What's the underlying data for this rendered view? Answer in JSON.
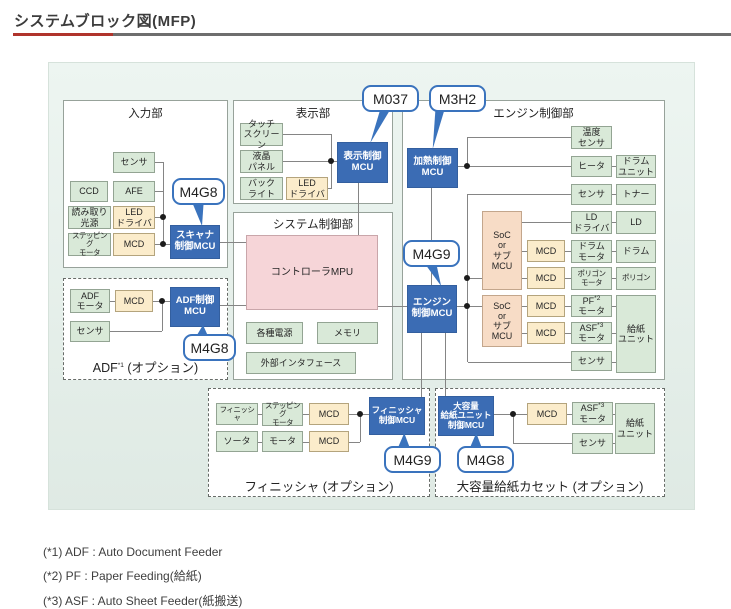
{
  "title": {
    "text": "システムブロック図(MFP)"
  },
  "sections": {
    "input": {
      "label": "入力部"
    },
    "display": {
      "label": "表示部"
    },
    "system": {
      "label": "システム制御部"
    },
    "engine": {
      "label": "エンジン制御部"
    },
    "adf": {
      "prefix": "ADF",
      "sup": "*1",
      "suffix": " (オプション)"
    },
    "finisher": {
      "label": "フィニッシャ (オプション)"
    },
    "cassette": {
      "label": "大容量給紙カセット (オプション)"
    }
  },
  "callouts": {
    "m037": "M037",
    "m3h2": "M3H2",
    "m4g8": "M4G8",
    "m4g9": "M4G9"
  },
  "mcu": {
    "scanner": [
      "スキャナ",
      "制御MCU"
    ],
    "display": [
      "表示制御",
      "MCU"
    ],
    "heat": [
      "加熱制御",
      "MCU"
    ],
    "engine": [
      "エンジン",
      "制御MCU"
    ],
    "adf": [
      "ADF制御",
      "MCU"
    ],
    "finisher": [
      "フィニッシャ",
      "制御MCU"
    ],
    "cassette": [
      "大容量",
      "給紙ユニット",
      "制御MCU"
    ]
  },
  "boxes": {
    "sensor": "センサ",
    "ccd": "CCD",
    "afe": "AFE",
    "mcd": "MCD",
    "reading_light": [
      "読み取り",
      "光源"
    ],
    "led_driver": [
      "LED",
      "ドライバ"
    ],
    "stepping_motor": [
      "ステッピング",
      "モータ"
    ],
    "touch_screen": [
      "タッチ",
      "スクリーン"
    ],
    "lcd_panel": [
      "液晶",
      "パネル"
    ],
    "backlight": [
      "バック",
      "ライト"
    ],
    "controller_mpu": "コントローラMPU",
    "power": "各種電源",
    "memory": "メモリ",
    "interface": "外部インタフェース",
    "temp_sensor": [
      "温度",
      "センサ"
    ],
    "heater": "ヒータ",
    "drum_unit": [
      "ドラム",
      "ユニット"
    ],
    "toner": "トナー",
    "ld_driver": [
      "LD",
      "ドライバ"
    ],
    "ld": "LD",
    "soc": [
      "SoC",
      "or",
      "サブMCU"
    ],
    "drum_motor": [
      "ドラム",
      "モータ"
    ],
    "drum": "ドラム",
    "polygon_motor": [
      "ポリゴン",
      "モータ"
    ],
    "polygon": "ポリゴン",
    "pf_motor": {
      "base": "PF",
      "sup": "*2",
      "line2": "モータ"
    },
    "asf_motor": {
      "base": "ASF",
      "sup": "*3",
      "line2": "モータ"
    },
    "paper_unit": [
      "給紙",
      "ユニット"
    ],
    "adf_motor": [
      "ADF",
      "モータ"
    ],
    "finisher": "フィニッシャ",
    "sorter": "ソータ",
    "motor": "モータ"
  },
  "footnotes": [
    "(*1) ADF : Auto Document Feeder",
    "(*2) PF : Paper Feeding(給紙)",
    "(*3) ASF : Auto Sheet Feeder(紙搬送)"
  ],
  "colors": {
    "mcu_blue": "#3b6cb4",
    "callout_border": "#3a73bd",
    "green_box": "#d9e9d8",
    "orange_box": "#fbeccb",
    "pink_box": "#f6d5d8",
    "salmon_box": "#f7dcc6",
    "title_red": "#b0342c",
    "panel_mint": "#e4efe9"
  }
}
